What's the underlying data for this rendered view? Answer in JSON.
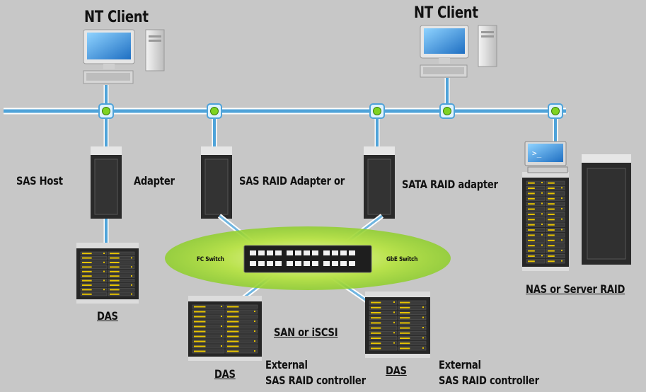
{
  "title": "Server Storage Application",
  "labels": {
    "nt_client_left": "NT Client",
    "nt_client_right": "NT Client",
    "sas_host": "SAS Host",
    "adapter": "Adapter",
    "sas_raid_adapter": "SAS RAID Adapter or",
    "sata_raid_adapter": "SATA RAID adapter",
    "fc_switch": "FC Switch",
    "gbe_switch": "GbE Switch",
    "san_iscsi": "SAN or iSCSI",
    "das_left": "DAS",
    "das_middle": "DAS",
    "das_right": "DAS",
    "ext1_line1": "External",
    "ext1_line2": "SAS RAID controller",
    "ext2_line1": "External",
    "ext2_line2": "SAS RAID controller",
    "nas_server": "NAS or Server RAID"
  },
  "colors": {
    "background": "#c7c7c7",
    "network_line": "#4fa3d9",
    "node_fill": "#7ed321",
    "switch_ellipse": "#b8e04a",
    "server_body": "#2a2a2a",
    "drive_led": "#e8c400"
  }
}
